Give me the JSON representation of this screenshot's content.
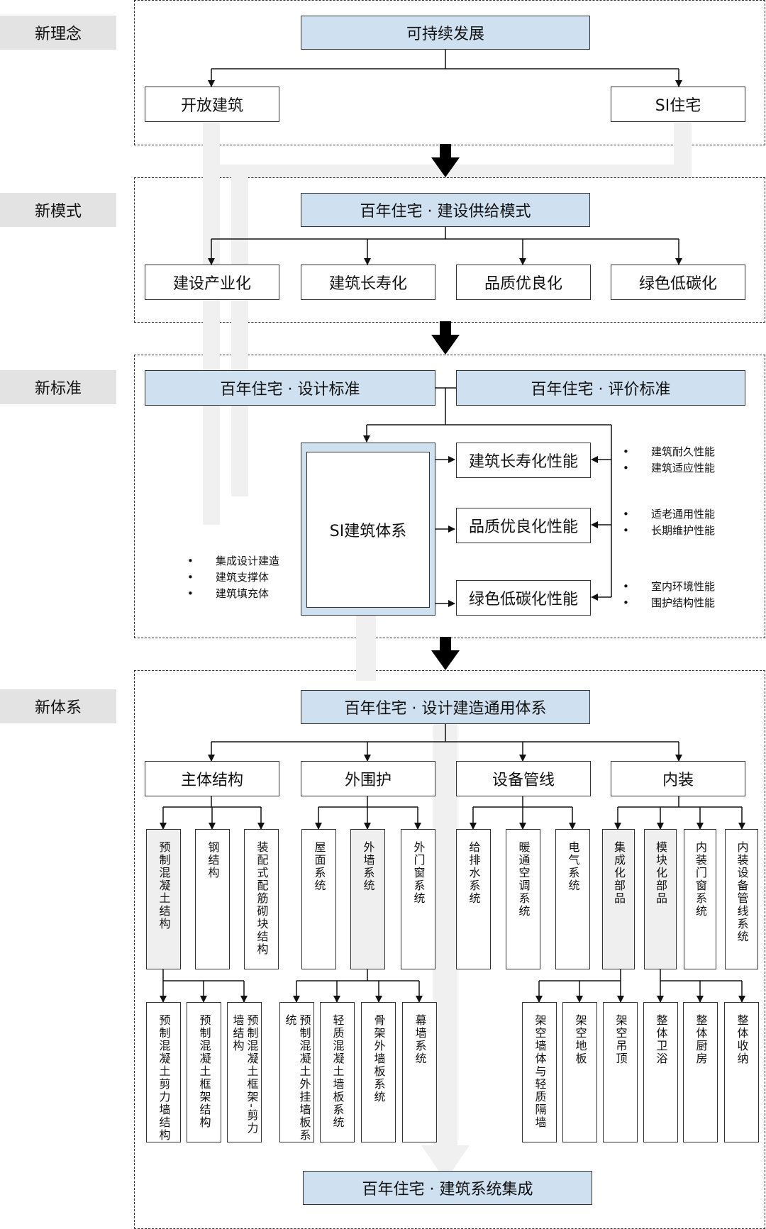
{
  "sections": {
    "s1": "新理念",
    "s2": "新模式",
    "s3": "新标准",
    "s4": "新体系"
  },
  "s1": {
    "top": "可持续发展",
    "left": "开放建筑",
    "right": "SI住宅"
  },
  "s2": {
    "top": "百年住宅 · 建设供给模式",
    "items": [
      "建设产业化",
      "建筑长寿化",
      "品质优良化",
      "绿色低碳化"
    ]
  },
  "s3": {
    "std_left": "百年住宅 · 设计标准",
    "std_right": "百年住宅 · 评价标准",
    "si": "SI建筑体系",
    "si_bullets": [
      "集成设计建造",
      "建筑支撑体",
      "建筑填充体"
    ],
    "perf": [
      "建筑长寿化性能",
      "品质优良化性能",
      "绿色低碳化性能"
    ],
    "perf_bullets": [
      [
        "建筑耐久性能",
        "建筑适应性能"
      ],
      [
        "适老通用性能",
        "长期维护性能"
      ],
      [
        "室内环境性能",
        "围护结构性能"
      ]
    ]
  },
  "s4": {
    "top": "百年住宅 · 设计建造通用体系",
    "cats": [
      "主体结构",
      "外围护",
      "设备管线",
      "内装"
    ],
    "subs": [
      "预制混凝土结构",
      "钢结构",
      "装配式配筋砌块结构",
      "屋面系统",
      "外墙系统",
      "外门窗系统",
      "给排水系统",
      "暖通空调系统",
      "电气系统",
      "集成化部品",
      "模块化部品",
      "内装门窗系统",
      "内装设备管线系统"
    ],
    "leaves": [
      "预制混凝土剪力墙结构",
      "预制混凝土框架结构",
      "预制混凝土框架-剪力墙结构",
      "预制混凝土外挂墙板系统",
      "轻质混凝土墙板系统",
      "骨架外墙板系统",
      "幕墙系统",
      "架空墙体与轻质隔墙",
      "架空地板",
      "架空吊顶",
      "整体卫浴",
      "整体厨房",
      "整体收纳"
    ],
    "bottom": "百年住宅 · 建筑系统集成"
  },
  "colors": {
    "blue_fill": "#cfe0f0",
    "gray_fill": "#efefef",
    "label_bg": "#e3e3e3",
    "flow_arrow": "#f0f0f0"
  }
}
